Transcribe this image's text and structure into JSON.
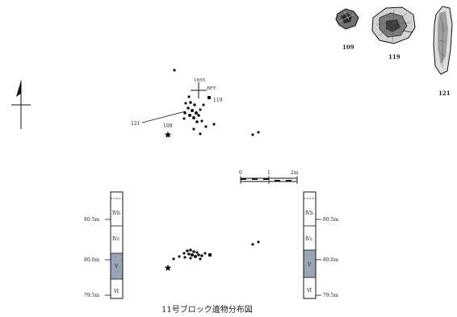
{
  "caption": "11号ブロック遺物分布図",
  "artifacts": [
    {
      "number": "109"
    },
    {
      "number": "119"
    },
    {
      "number": "121"
    }
  ],
  "plan_labels": {
    "grid_point_upper": "1655",
    "grid_point_lower": "BFY",
    "label_119": "119",
    "label_121": "121",
    "label_109": "109"
  },
  "scale_bar": {
    "ticks": [
      "0",
      "1",
      "2m"
    ]
  },
  "sections": {
    "left": {
      "layers": [
        "Ⅳb",
        "Ⅳc",
        "Ⅴ",
        "Ⅵ"
      ],
      "elevations": [
        "80.5m",
        "80.0m",
        "79.5m"
      ]
    },
    "right": {
      "layers": [
        "Ⅳb",
        "Ⅳc",
        "Ⅴ",
        "Ⅵ"
      ],
      "elevations": [
        "80.5m",
        "80.0m",
        "79.5m"
      ]
    }
  },
  "colors": {
    "ink": "#111111",
    "layer_V_fill": "#9aa6b8",
    "stone_dark": "#3a3a3a",
    "stone_mid": "#8a8a8a",
    "stone_light": "#d0d0d0"
  }
}
